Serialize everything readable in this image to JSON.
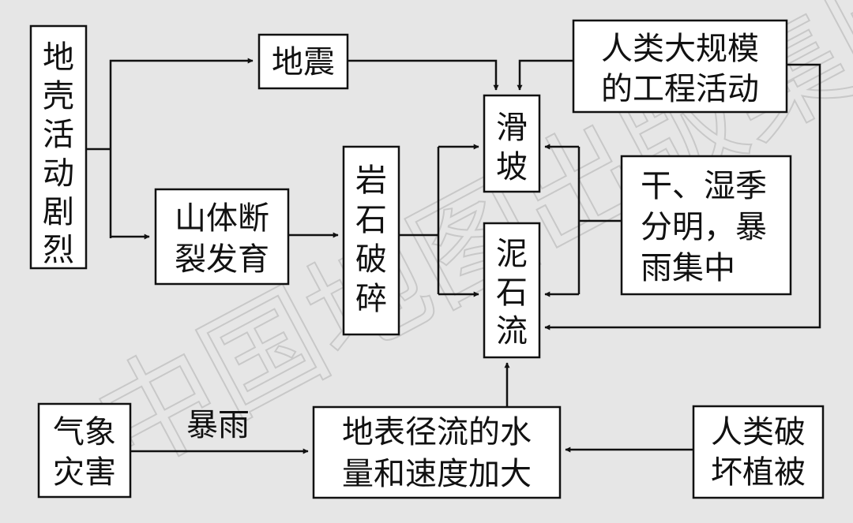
{
  "nodes": {
    "crust": [
      "地",
      "壳",
      "活",
      "动",
      "剧",
      "烈"
    ],
    "earthquake": "地震",
    "faults": [
      "山体断",
      "裂发育"
    ],
    "rock": [
      "岩",
      "石",
      "破",
      "碎"
    ],
    "landslide": [
      "滑",
      "坡"
    ],
    "debris": [
      "泥",
      "石",
      "流"
    ],
    "human_works": [
      "人类大规模",
      "的工程活动"
    ],
    "climate": [
      "干、湿季",
      "分明，暴",
      "雨集中"
    ],
    "weather": [
      "气象",
      "灾害"
    ],
    "runoff": [
      "地表径流的水",
      "量和速度加大"
    ],
    "vegetation": [
      "人类破",
      "坏植被"
    ]
  },
  "labels": {
    "rainstorm": "暴雨"
  },
  "watermark": "中国地图出版集团",
  "colors": {
    "background": "#e6e6e6",
    "box_fill": "#ffffff",
    "ink": "#111111",
    "watermark": "#b0b0b0"
  }
}
